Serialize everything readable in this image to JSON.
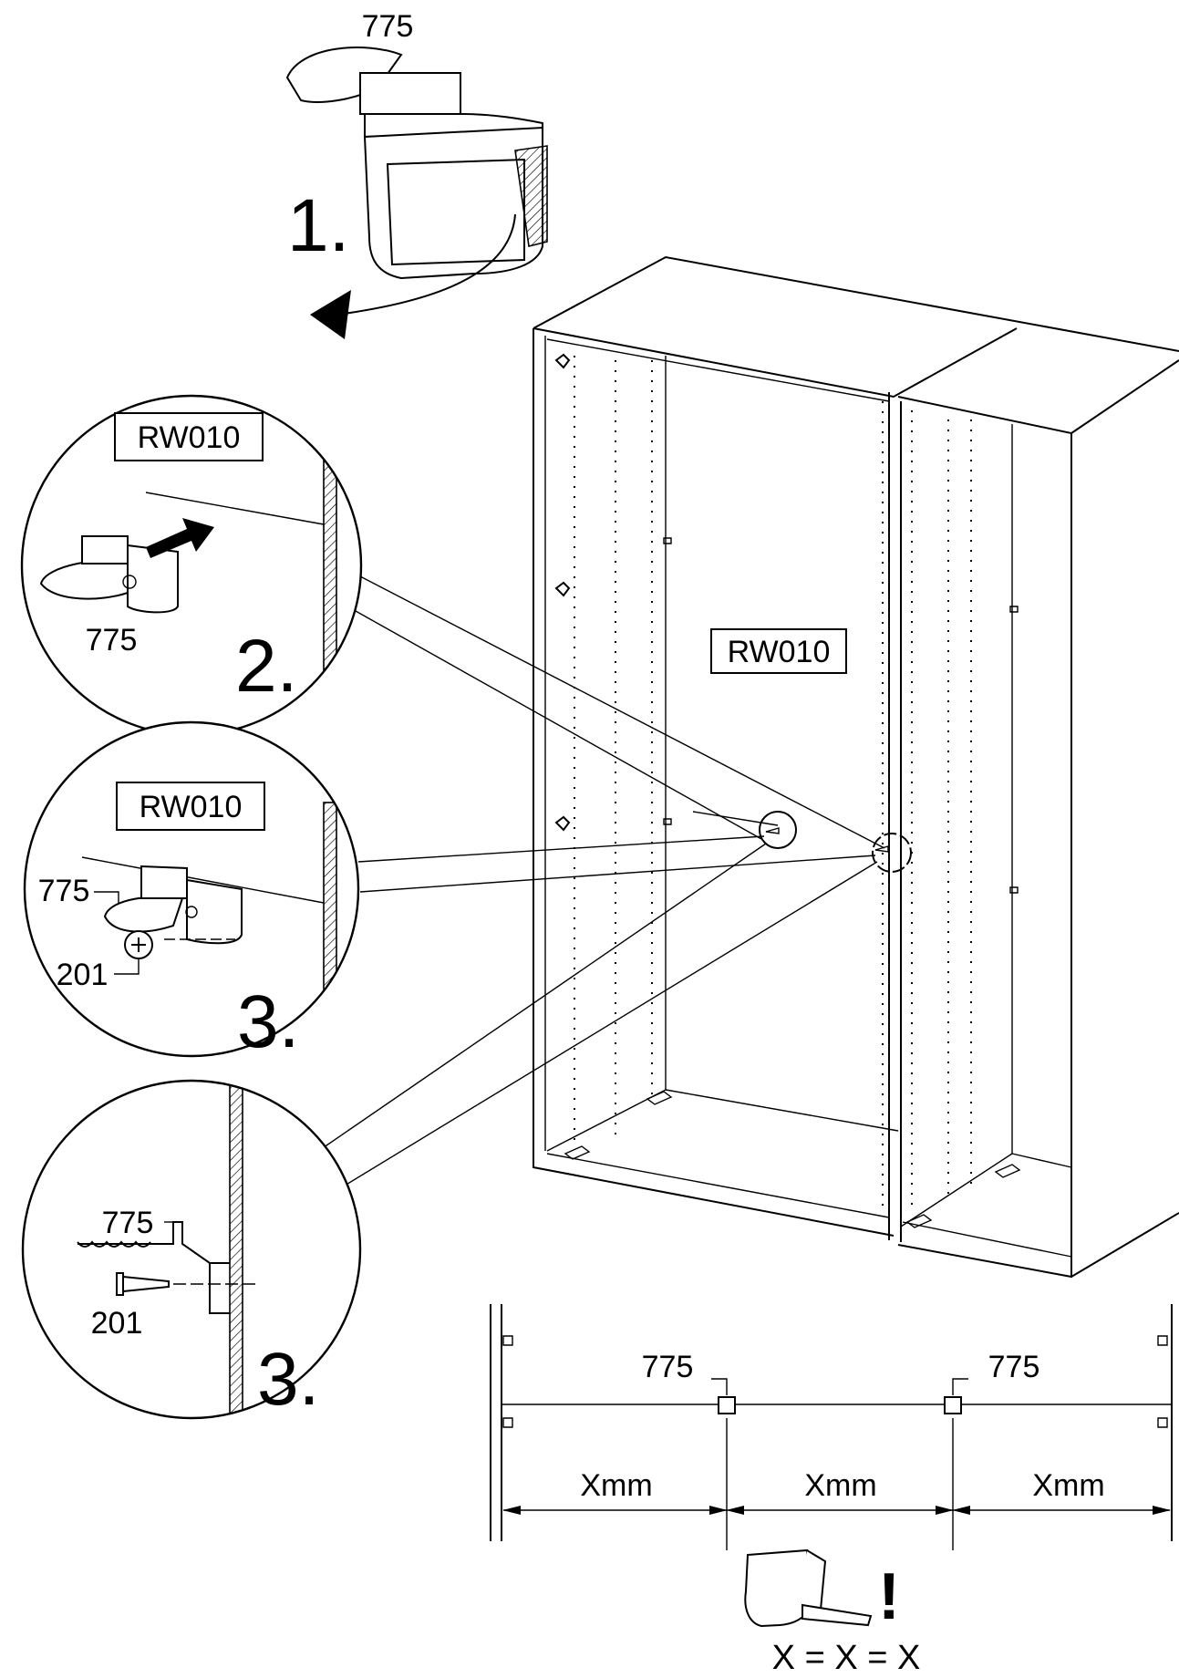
{
  "step1": {
    "part_label": "775",
    "step_number": "1."
  },
  "cabinet": {
    "panel_label": "RW010"
  },
  "detail_step2": {
    "panel_label": "RW010",
    "part_label": "775",
    "step_number": "2."
  },
  "detail_step3a": {
    "panel_label": "RW010",
    "part_label": "775",
    "screw_label": "201",
    "step_number": "3."
  },
  "detail_step3b": {
    "part_label": "775",
    "screw_label": "201",
    "step_number": "3."
  },
  "spacing": {
    "left_part_label": "775",
    "right_part_label": "775",
    "dimensions": [
      "Xmm",
      "Xmm",
      "Xmm"
    ],
    "note_mark": "!",
    "equation": "X = X = X"
  }
}
